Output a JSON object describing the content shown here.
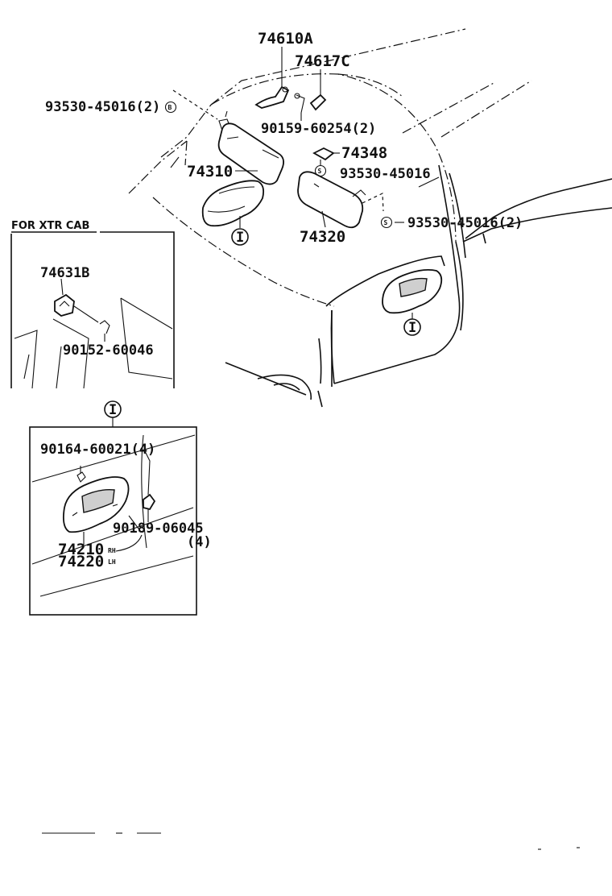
{
  "labels": {
    "p74610A": "74610A",
    "p74617C": "74617C",
    "p93530_left": "93530-45016(2)",
    "p93530_left_mark": "B",
    "p90159": "90159-60254(2)",
    "p74348": "74348",
    "p74310": "74310",
    "p93530_mid": "93530-45016",
    "p93530_mid_mark": "S",
    "p74320": "74320",
    "p93530_right": "93530-45016(2)",
    "p93530_right_mark": "S",
    "ref_marker": "I",
    "xtr_caption": "FOR XTR CAB",
    "p74631B": "74631B",
    "p90152": "90152-60046",
    "p90164": "90164-60021(4)",
    "p90189": "90189-06045",
    "p90189_qty": "(4)",
    "p74210": "74210",
    "p74210_side": "RH",
    "p74220": "74220",
    "p74220_side": "LH"
  }
}
